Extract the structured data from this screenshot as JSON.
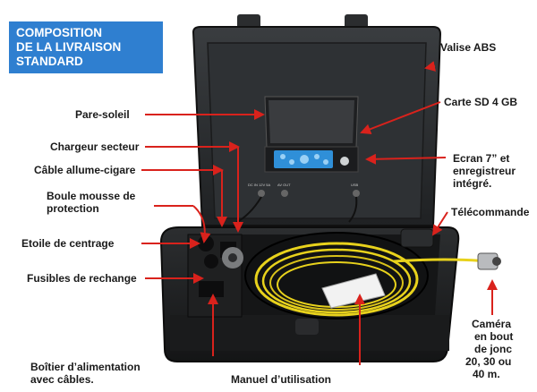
{
  "title": {
    "line1": "COMPOSITION",
    "line2": "DE LA LIVRAISON",
    "line3": "STANDARD"
  },
  "labels": {
    "valise": "Valise ABS",
    "carte_sd": "Carte SD 4 GB",
    "pare_soleil": "Pare-soleil",
    "chargeur": "Chargeur secteur",
    "cable": "Câble allume-cigare",
    "boule_l1": "Boule mousse de",
    "boule_l2": "protection",
    "etoile": "Etoile de centrage",
    "fusibles": "Fusibles de rechange",
    "boitier_l1": "Boîtier d’alimentation",
    "boitier_l2": "avec câbles.",
    "manuel": "Manuel d’utilisation",
    "ecran_l1": "Ecran 7” et",
    "ecran_l2": "enregistreur",
    "ecran_l3": "intégré.",
    "telecommande": "Télécommande",
    "camera_l1": "Caméra",
    "camera_l2": "en bout",
    "camera_l3": "de jonc",
    "camera_l4": "20, 30 ou",
    "camera_l5": "40 m."
  },
  "device_text": {
    "dc_in": "DC IN 12V 5A",
    "av_out": "AV OUT",
    "usb": "USB"
  },
  "colors": {
    "title_bg": "#2f7fd0",
    "arrow": "#d9221c",
    "case": "#2a2c2e",
    "keypad": "#2f8fd8",
    "cable": "#e8d21c"
  }
}
